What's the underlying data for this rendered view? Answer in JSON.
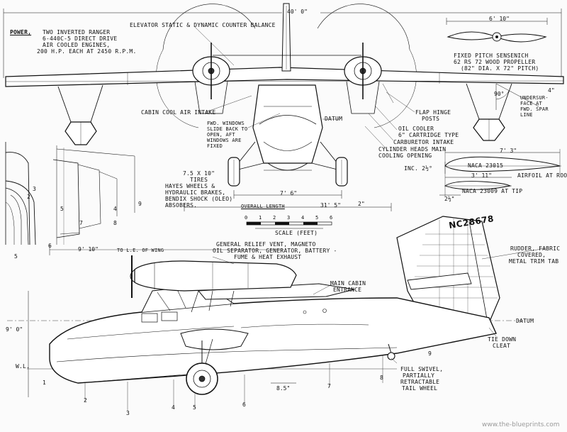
{
  "title_dim": "40' 0\"",
  "power": {
    "heading": "POWER,",
    "line1": "TWO INVERTED RANGER",
    "line2": "6-440C-5 DIRECT DRIVE",
    "line3": "AIR COOLED ENGINES,",
    "line4": "200 H.P. each at 2450 R.P.M."
  },
  "callouts": {
    "elevator_balance": "ELEVATOR STATIC & DYNAMIC COUNTER BALANCE",
    "propeller_dim": "6' 10\"",
    "propeller_1": "FIXED PITCH SENSENICH",
    "propeller_2": "62 RS 72 WOOD PROPELLER",
    "propeller_3": "(82\" DIA. x 72\" PITCH)",
    "angle_90": "90°",
    "underside_1": "UNDERSUR-",
    "underside_2": "FACE AT",
    "underside_3": "FWD. SPAR",
    "underside_4": "LINE",
    "dim_4": "4\"",
    "cabin_cool": "CABIN COOL AIR INTAKE",
    "windows_1": "FWD. WINDOWS",
    "windows_2": "SLIDE BACK TO",
    "windows_3": "OPEN, AFT",
    "windows_4": "WINDOWS ARE",
    "windows_5": "FIXED",
    "datum_front": "DATUM",
    "flap_1": "FLAP HINGE",
    "flap_2": "POSTS",
    "oil_1": "OIL COOLER",
    "oil_2": "6\" CARTRIDGE TYPE",
    "carb": "CARBURETOR INTAKE",
    "cyl_1": "CYLINDER HEADS MAIN",
    "cyl_2": "COOLING OPENING",
    "tires_1": "7.5 x 10\"",
    "tires_2": "TIRES",
    "hayes_1": "HAYES WHEELS &",
    "hayes_2": "HYDRAULIC BRAKES,",
    "hayes_3": "BENDIX SHOCK (oleo)",
    "hayes_4": "ABSOBERS.",
    "track": "7' 6\"",
    "overall_label": "OVERALL LENGTH",
    "overall_value": "31' 5\"",
    "dim_2": "2\"",
    "airfoil_span": "7' 3\"",
    "inc": "INC. 2½°",
    "naca_root": "NACA 23015",
    "chord_tip": "3' 11\"",
    "airfoil_root": "AIRFOIL AT ROOT",
    "naca_tip": "NACA 23009 AT TIP",
    "dim_2_5": "2½\"",
    "scale_label": "SCALE (feet)",
    "dim_9_10": "9' 10\"",
    "to_le": "TO L.E. OF WING",
    "relief_1": "GENERAL RELIEF VENT, MAGNETO",
    "relief_2": "OIL SEPARATOR, GENERATOR, BATTERY -",
    "relief_3": "FUME & HEAT EXHAUST",
    "main_cabin_1": "MAIN CABIN",
    "main_cabin_2": "ENTRANCE",
    "rudder_1": "RUDDER, FABRIC",
    "rudder_2": "COVERED,",
    "rudder_3": "METAL TRIM TAB",
    "datum_side": "DATUM",
    "tiedown_1": "TIE DOWN",
    "tiedown_2": "CLEAT",
    "swivel_1": "FULL SWIVEL,",
    "swivel_2": "PARTIALLY",
    "swivel_3": "RETRACTABLE",
    "swivel_4": "TAIL WHEEL",
    "height": "9' 0\"",
    "wl": "W.L.",
    "dim_8_5": "8.5\""
  },
  "scale_ticks": [
    "0",
    "1",
    "2",
    "3",
    "4",
    "5",
    "6"
  ],
  "registration": "NC28678",
  "stations": [
    "2",
    "3",
    "4",
    "5",
    "6",
    "7",
    "8",
    "9",
    "1"
  ],
  "section_marks": [
    "2",
    "3",
    "4",
    "5",
    "6",
    "7",
    "8",
    "9",
    "5"
  ],
  "watermark": "www.the-blueprints.com"
}
